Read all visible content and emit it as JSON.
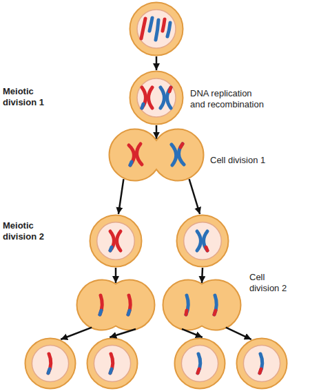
{
  "diagram": {
    "nodes": [
      {
        "text": []
      },
      {
        "text": [
          "DNA replication and recombination"
        ]
      },
      {
        "text": [
          "Cell division 1"
        ]
      },
      {
        "text": []
      },
      {
        "text": []
      },
      {
        "text": []
      },
      {
        "text": [
          "Cell division 2"
        ]
      },
      {
        "text": []
      },
      {
        "text": []
      },
      {
        "text": []
      },
      {
        "text": []
      }
    ],
    "edges": [
      {
        "from": 0,
        "to": 1,
        "arrow": "to"
      },
      {
        "from": 1,
        "to": 2,
        "arrow": "to"
      },
      {
        "from": 2,
        "to": 3,
        "arrow": "to"
      },
      {
        "from": 2,
        "to": 4,
        "arrow": "to"
      },
      {
        "from": 3,
        "to": 5,
        "arrow": "to"
      },
      {
        "from": 4,
        "to": 6,
        "arrow": "to"
      },
      {
        "from": 5,
        "to": 7,
        "arrow": "to"
      },
      {
        "from": 5,
        "to": 8,
        "arrow": "to"
      },
      {
        "from": 6,
        "to": 9,
        "arrow": "to"
      },
      {
        "from": 6,
        "to": 10,
        "arrow": "to"
      }
    ],
    "labels": [
      "Meiotic division 1",
      "Meiotic division 2"
    ]
  }
}
